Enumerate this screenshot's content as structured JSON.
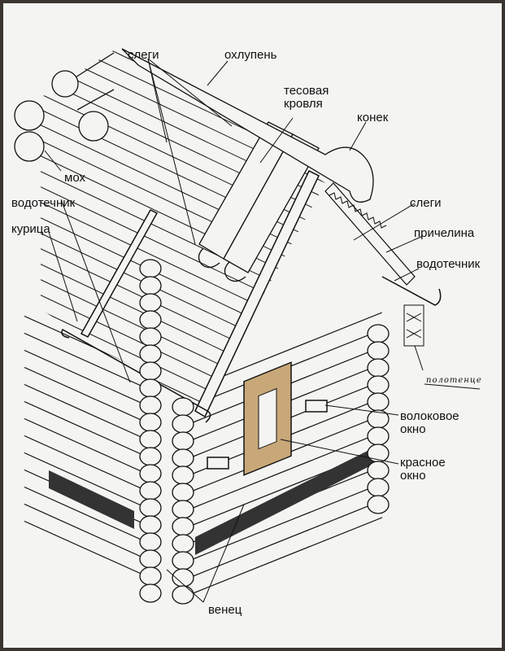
{
  "labels": {
    "slegi_top": "слеги",
    "okhlupen": "охлупень",
    "tesovaya_krovlya": "тесовая\nкровля",
    "konek": "конек",
    "mokh": "мох",
    "vodotechnik_left": "водотечник",
    "kuritsa": "курица",
    "slegi_right": "слеги",
    "prichelina": "причелина",
    "vodotechnik_right": "водотечник",
    "polotentse": "полотенце",
    "volokovoe_okno": "волоковое\nокно",
    "krasnoe_okno": "красное\nокно",
    "venets": "венец"
  },
  "colors": {
    "frame": "#3a3530",
    "paper": "#f4f4f2",
    "ink": "#111111",
    "window": "#c8a878"
  }
}
